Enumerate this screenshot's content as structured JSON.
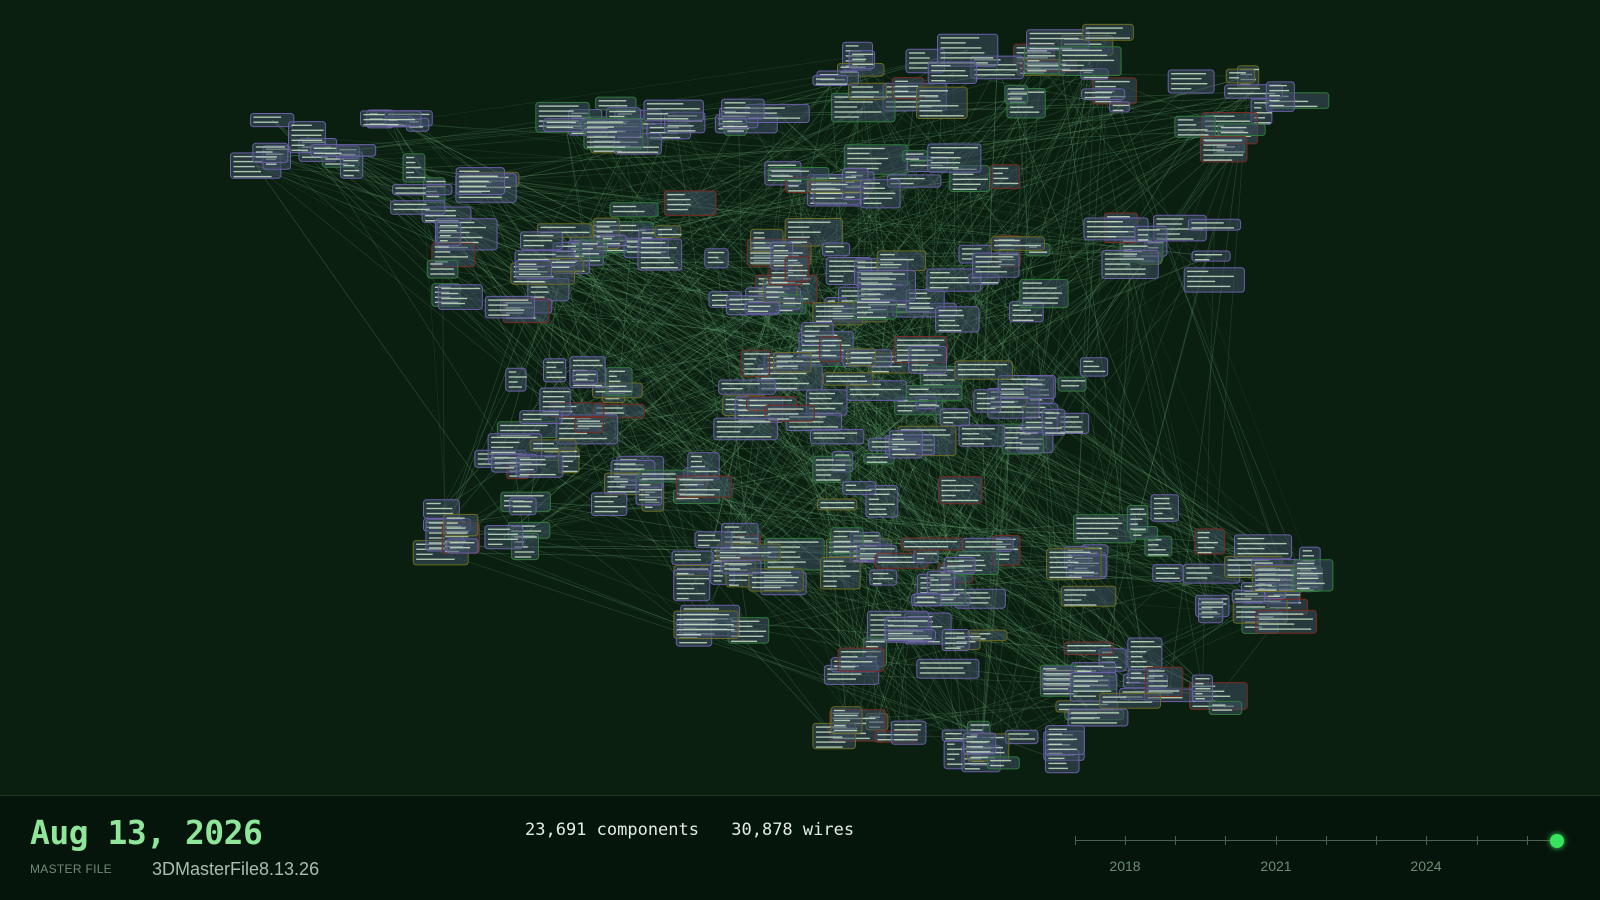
{
  "header": {
    "date": "Aug 13, 2026",
    "file_label": "MASTER FILE",
    "file_name": "3DMasterFile8.13.26"
  },
  "stats": {
    "components": "23,691 components",
    "wires": "30,878 wires"
  },
  "timeline": {
    "labels": [
      "2018",
      "2021",
      "2024"
    ],
    "current_position": 1.0
  },
  "colors": {
    "background": "#0b1f11",
    "bar_background": "#06150b",
    "accent_green": "#39e35b",
    "date_green": "#8fe59a",
    "wire": "#7fc58a",
    "node_fill": "#3e4e63",
    "node_border_purple": "#6b5ea8",
    "node_border_red": "#7a2a1e",
    "node_border_olive": "#6b6a1e",
    "node_border_green": "#2f7a3a"
  }
}
